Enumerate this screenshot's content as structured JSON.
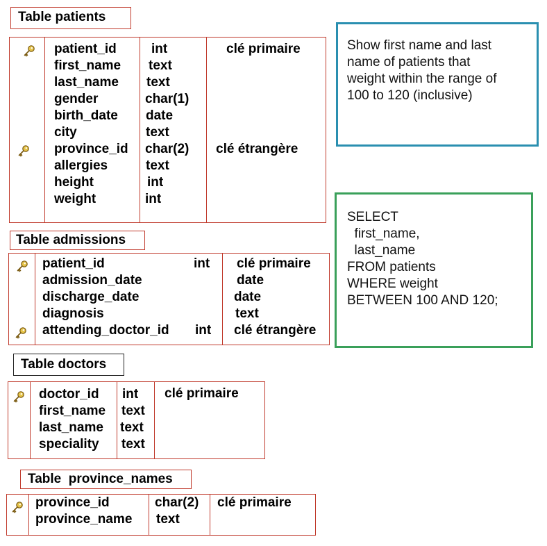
{
  "tables": {
    "patients": {
      "title": "Table patients",
      "names": [
        "patient_id",
        "first_name",
        "last_name",
        "gender",
        "birth_date",
        "city",
        "province_id",
        "allergies",
        "height",
        "weight"
      ],
      "types": [
        "int",
        "text",
        "text",
        "char(1)",
        "date",
        "text",
        "char(2)",
        "text",
        "int",
        "int"
      ],
      "constraints": {
        "c0": "clé primaire",
        "c6": "clé étrangère"
      }
    },
    "admissions": {
      "title": "Table admissions",
      "names": [
        "patient_id",
        "admission_date",
        "discharge_date",
        "diagnosis",
        "attending_doctor_id"
      ],
      "types": {
        "t0": "int",
        "t4": "int"
      },
      "constraints": [
        "clé primaire",
        "date",
        "date",
        "text",
        "clé étrangère"
      ]
    },
    "doctors": {
      "title": "Table doctors",
      "names": [
        "doctor_id",
        "first_name",
        "last_name",
        "speciality"
      ],
      "types": [
        "int",
        "text",
        "text",
        "text"
      ],
      "constraints": {
        "c0": "clé primaire"
      }
    },
    "province_names": {
      "title": "Table  province_names",
      "names": [
        "province_id",
        "province_name"
      ],
      "types": [
        "char(2)",
        "text"
      ],
      "constraints": {
        "c0": "clé primaire"
      }
    }
  },
  "question": {
    "lines": [
      "Show first name and last",
      "name of patients that",
      "weight within the range of",
      "100 to 120 (inclusive)"
    ]
  },
  "answer": {
    "lines": [
      "SELECT",
      "  first_name,",
      "  last_name",
      "FROM patients",
      "WHERE weight",
      "BETWEEN 100 AND 120;"
    ]
  },
  "colors": {
    "table_border": "#c0392b",
    "question_border": "#2a8fb0",
    "answer_border": "#3aa05a",
    "key_icon": "#c9a227"
  },
  "icons": {
    "primary_key": "key-icon",
    "foreign_key": "key-icon"
  }
}
